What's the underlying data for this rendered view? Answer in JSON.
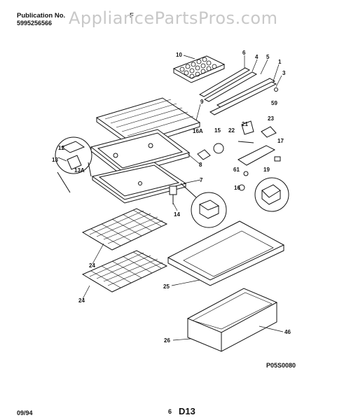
{
  "header": {
    "publication_label": "Publication No.",
    "publication_number": "5995256566",
    "partial_title": "F",
    "watermark": "AppliancePartsPros.com"
  },
  "callouts": {
    "c1": "1",
    "c3": "3",
    "c4": "4",
    "c5": "5",
    "c6": "6",
    "c7": "7",
    "c8": "8",
    "c9": "9",
    "c10": "10",
    "c12": "12",
    "c13": "13",
    "c13a": "13A",
    "c14": "14",
    "c15": "15",
    "c16": "16",
    "c16a": "16A",
    "c17": "17",
    "c19": "19",
    "c21": "21",
    "c22": "22",
    "c23": "23",
    "c24a": "24",
    "c24b": "24",
    "c25": "25",
    "c26": "26",
    "c46": "46",
    "c59": "59",
    "c61": "61"
  },
  "diagram_code": "P05S0080",
  "footer": {
    "date": "09/94",
    "page": "6",
    "section": "D13"
  }
}
